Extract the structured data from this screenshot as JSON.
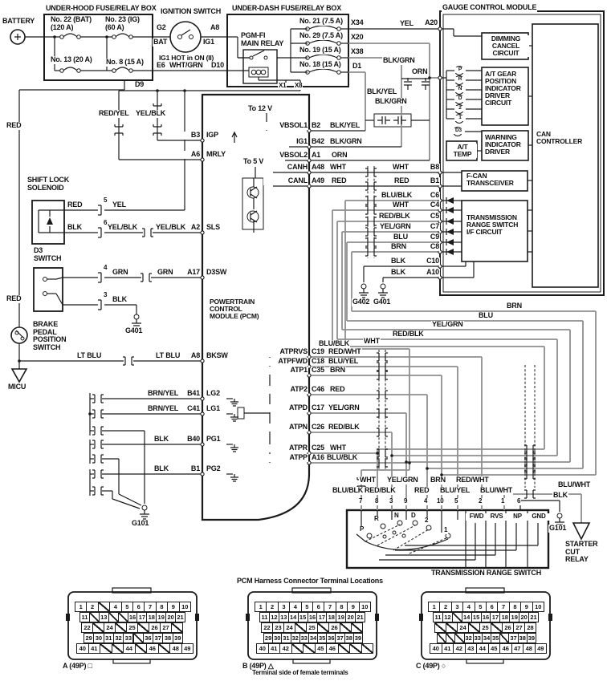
{
  "battery": {
    "label": "BATTERY"
  },
  "underhood": {
    "title": "UNDER-HOOD FUSE/RELAY BOX",
    "fuse_22": "No. 22 (BAT)\n(120 A)",
    "fuse_23": "No. 23 (IG)\n(60 A)",
    "fuse_13": "No. 13 (20 A)",
    "fuse_8": "No. 8 (15 A)",
    "pin_g2": "G2",
    "pin_bat": "BAT",
    "pin_e6": "E6",
    "pin_d9": "D9"
  },
  "ignition": {
    "title": "IGNITION SWITCH",
    "pin_a8": "A8",
    "pin_ig1": "IG1",
    "note": "IG1 HOT in ON (II)",
    "pin_d10": "D10"
  },
  "underdash": {
    "title": "UNDER-DASH FUSE/RELAY BOX",
    "relay": "PGM-FI\nMAIN RELAY",
    "fuse_21": "No. 21 (7.5 A)",
    "fuse_29": "No. 29 (7.5 A)",
    "fuse_19": "No. 19 (15 A)",
    "fuse_18": "No. 18 (15 A)",
    "pin_x34": "X34",
    "pin_x20": "X20",
    "pin_x38": "X38",
    "pin_d1": "D1",
    "pin_x1": "X1",
    "pin_x8": "X8"
  },
  "gauge": {
    "title": "GAUGE CONTROL MODULE",
    "dimming": "DIMMING\nCANCEL\nCIRCUIT",
    "gear": "A/T GEAR\nPOSITION\nINDICATOR\nDRIVER\nCIRCUIT",
    "warning": "WARNING\nINDICATOR\nDRIVER",
    "at_temp": "A/T\nTEMP",
    "can": "CAN\nCONTROLLER",
    "fcan": "F-CAN\nTRANSCEIVER",
    "trs_if": "TRANSMISSION\nRANGE SWITCH\nI/F CIRCUIT",
    "indicators": [
      "P",
      "R",
      "N",
      "D",
      "2",
      "1"
    ],
    "d3": "D3",
    "pins": {
      "a20": "A20",
      "b8": "B8",
      "b1": "B1",
      "c6": "C6",
      "c4": "C4",
      "c5": "C5",
      "c7": "C7",
      "c9": "C9",
      "c8": "C8",
      "c10": "C10",
      "a10": "A10"
    }
  },
  "pcm": {
    "title": "POWERTRAIN\nCONTROL\nMODULE (PCM)",
    "to12v": "To 12 V",
    "to5v": "To 5 V",
    "left_pins": [
      {
        "num": "B3",
        "name": "IGP"
      },
      {
        "num": "A6",
        "name": "MRLY"
      },
      {
        "num": "A2",
        "name": "SLS"
      },
      {
        "num": "A17",
        "name": "D3SW"
      },
      {
        "num": "A8",
        "name": "BKSW"
      },
      {
        "num": "B41",
        "name": "LG2"
      },
      {
        "num": "C41",
        "name": "LG1"
      },
      {
        "num": "B40",
        "name": "PG1"
      },
      {
        "num": "B1",
        "name": "PG2"
      }
    ],
    "right_pins": [
      {
        "name": "VBSOL1",
        "num": "B2"
      },
      {
        "name": "IG1",
        "num": "B42"
      },
      {
        "name": "VBSOL2",
        "num": "A1"
      },
      {
        "name": "CANH",
        "num": "A48"
      },
      {
        "name": "CANL",
        "num": "A49"
      }
    ],
    "atp_pins": [
      {
        "name": "ATPRVS",
        "num": "C19"
      },
      {
        "name": "ATPFWD",
        "num": "C18"
      },
      {
        "name": "ATP1",
        "num": "C35"
      },
      {
        "name": "ATP2",
        "num": "C46"
      },
      {
        "name": "ATPD",
        "num": "C17"
      },
      {
        "name": "ATPN",
        "num": "C26"
      },
      {
        "name": "ATPR",
        "num": "C25"
      },
      {
        "name": "ATPP",
        "num": "A16"
      }
    ]
  },
  "wires": {
    "wht_grn": "WHT/GRN",
    "yel": "YEL",
    "red": "RED",
    "blk_grn": "BLK/GRN",
    "orn": "ORN",
    "blk_yel": "BLK/YEL",
    "red_yel": "RED/YEL",
    "yel_blk": "YEL/BLK",
    "grn": "GRN",
    "lt_blu": "LT BLU",
    "brn_yel": "BRN/YEL",
    "blk": "BLK",
    "canh": "WHT",
    "canl": "RED",
    "c6": "BLU/BLK",
    "c4": "WHT",
    "c5": "RED/BLK",
    "c7": "YEL/GRN",
    "c9": "BLU",
    "c8": "BRN",
    "c10": "BLK",
    "a10": "BLK",
    "mid_brn": "BRN",
    "mid_blu": "BLU",
    "mid_yel_grn": "YEL/GRN",
    "mid_red_blk": "RED/BLK",
    "mid_wht": "WHT",
    "atp_colors": [
      "RED/WHT",
      "BLU/YEL",
      "BRN",
      "RED",
      "YEL/GRN",
      "RED/BLK",
      "WHT",
      "BLU/BLK"
    ],
    "blu_blk": "BLU/BLK"
  },
  "shift_lock": {
    "label": "SHIFT LOCK\nSOLENOID",
    "pin5": "5",
    "pin6": "6",
    "red": "RED",
    "yel": "YEL",
    "blk": "BLK"
  },
  "d3_switch": {
    "label": "D3\nSWITCH",
    "pin4": "4",
    "pin3": "3",
    "blk": "BLK"
  },
  "brake": {
    "label": "BRAKE\nPEDAL\nPOSITION\nSWITCH"
  },
  "micu": {
    "label": "MICU"
  },
  "grounds": {
    "g401": "G401",
    "g402": "G402",
    "g101": "G101"
  },
  "trs": {
    "title": "TRANSMISSION RANGE SWITCH",
    "columns": [
      "FWD",
      "RVS",
      "NP",
      "GND"
    ],
    "positions": [
      "P",
      "R",
      "N",
      "D",
      "2",
      "1"
    ],
    "pins": [
      "7",
      "8",
      "3",
      "9",
      "4",
      "10",
      "5",
      "2",
      "1",
      "6"
    ],
    "row1": [
      "WHT",
      "YEL/GRN",
      "BRN",
      "RED/WHT"
    ],
    "row2": [
      "BLU/BLK",
      "RED/BLK",
      "RED",
      "BLU/YEL",
      "BLU/WHT"
    ]
  },
  "starter": {
    "label": "STARTER\nCUT\nRELAY",
    "wire": "BLU/WHT",
    "blk": "BLK"
  },
  "connectors": {
    "title": "PCM Harness Connector Terminal Locations",
    "subtitle": "Terminal side of female terminals",
    "a": {
      "label": "A (49P) □",
      "rows": [
        [
          "1",
          "2",
          "/",
          "4",
          "5",
          "6",
          "7",
          "8",
          "9",
          "10"
        ],
        [
          "11",
          "/",
          "13",
          "/",
          "/",
          "16",
          "17",
          "18",
          "19",
          "20",
          "21"
        ],
        [
          "22",
          "/",
          "24",
          "X",
          "25",
          "X",
          "26",
          "27",
          "/"
        ],
        [
          "29",
          "30",
          "31",
          "32",
          "33",
          "/",
          "36",
          "37",
          "38",
          "39"
        ],
        [
          "40",
          "41",
          "/",
          "/",
          "44",
          "/",
          "46",
          "/",
          "48",
          "49"
        ]
      ]
    },
    "b": {
      "label": "B (49P) △",
      "rows": [
        [
          "1",
          "2",
          "3",
          "4",
          "5",
          "6",
          "7",
          "8",
          "9",
          "10"
        ],
        [
          "11",
          "12",
          "13",
          "14",
          "15",
          "16",
          "17",
          "18",
          "19",
          "20",
          "21"
        ],
        [
          "22",
          "23",
          "24",
          "X",
          "25",
          "X",
          "26",
          "/",
          "/"
        ],
        [
          "29",
          "30",
          "31",
          "32",
          "33",
          "34",
          "35",
          "36",
          "37",
          "38",
          "39"
        ],
        [
          "40",
          "41",
          "42",
          "/",
          "/",
          "45",
          "46",
          "/",
          "/",
          "/"
        ]
      ]
    },
    "c": {
      "label": "C (49P) ○",
      "rows": [
        [
          "1",
          "2",
          "3",
          "4",
          "5",
          "6",
          "7",
          "8",
          "9",
          "10"
        ],
        [
          "11",
          "12",
          "/",
          "14",
          "15",
          "16",
          "17",
          "18",
          "19",
          "20",
          "21"
        ],
        [
          "/",
          "/",
          "24",
          "X",
          "25",
          "X",
          "26",
          "27",
          "28"
        ],
        [
          "/",
          "/",
          "/",
          "32",
          "33",
          "34",
          "35",
          "/",
          "37",
          "38",
          "39"
        ],
        [
          "40",
          "41",
          "42",
          "43",
          "44",
          "45",
          "46",
          "47",
          "48",
          "49"
        ]
      ]
    }
  }
}
